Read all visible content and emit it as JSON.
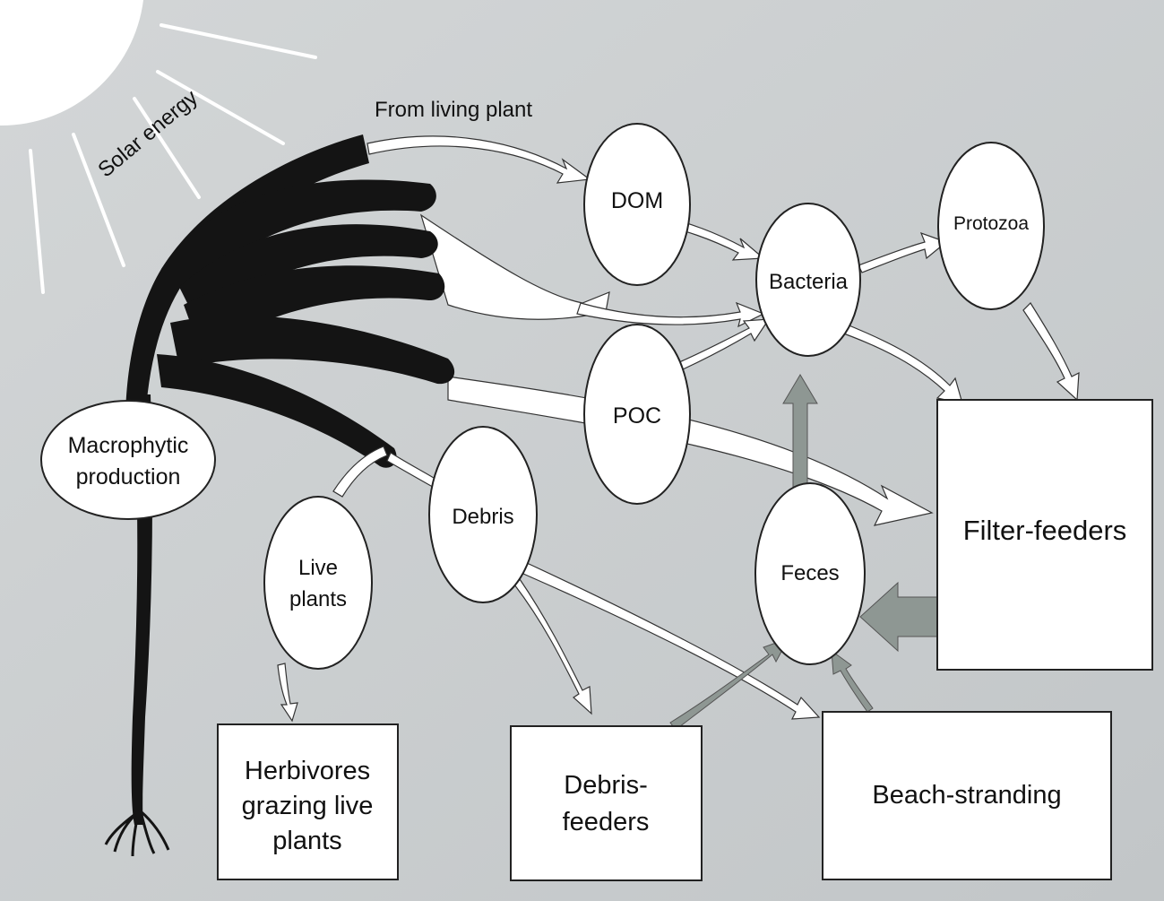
{
  "diagram": {
    "labels": {
      "solar_energy": "Solar energy",
      "from_living_plant": "From living plant"
    },
    "nodes": {
      "macrophytic": [
        "Macrophytic",
        "production"
      ],
      "dom": [
        "DOM"
      ],
      "bacteria": [
        "Bacteria"
      ],
      "protozoa": [
        "Protozoa"
      ],
      "poc": [
        "POC"
      ],
      "debris": [
        "Debris"
      ],
      "live_plants": [
        "Live",
        "plants"
      ],
      "feces": [
        "Feces"
      ],
      "filter_feeders": [
        "Filter-feeders"
      ],
      "herbivores": [
        "Herbivores",
        "grazing live",
        "plants"
      ],
      "debris_feeders": [
        "Debris-",
        "feeders"
      ],
      "beach_stranding": [
        "Beach-stranding"
      ]
    },
    "colors": {
      "background": "#c9ccce",
      "kelp": "#141414",
      "node_fill": "#ffffff",
      "arrow_white": "#ffffff",
      "arrow_gray": "#8e9793",
      "outline": "#222222"
    }
  }
}
